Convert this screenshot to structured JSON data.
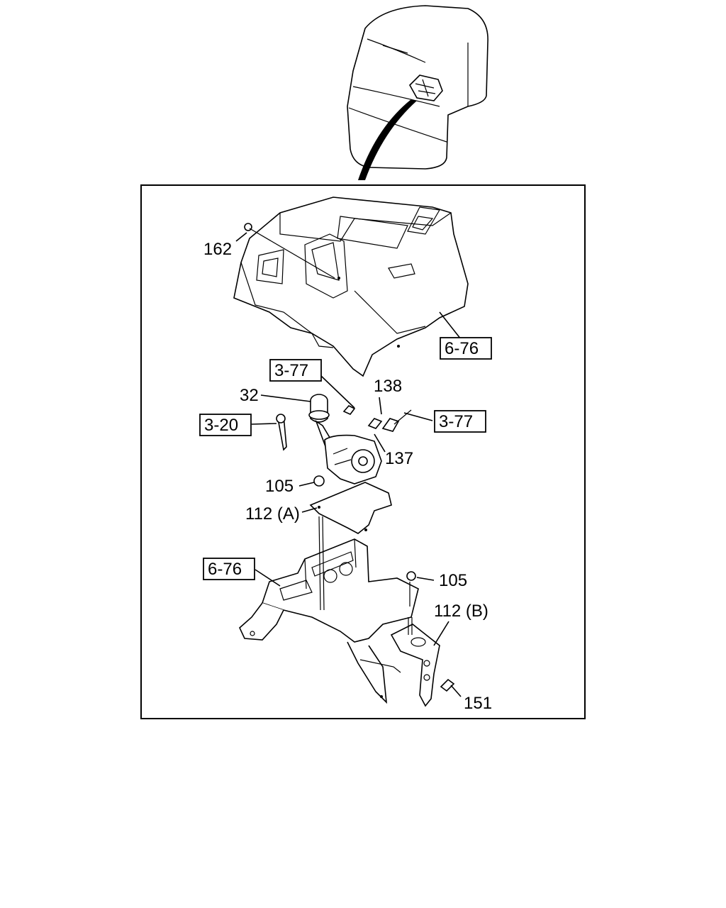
{
  "callouts": {
    "c162": "162",
    "c6_76_top": "6-76",
    "c3_77_left": "3-77",
    "c138": "138",
    "c32": "32",
    "c3_77_right": "3-77",
    "c3_20": "3-20",
    "c137": "137",
    "c105_left": "105",
    "c112A": "112 (A)",
    "c6_76_mid": "6-76",
    "c105_right": "105",
    "c112B": "112 (B)",
    "c151": "151"
  }
}
